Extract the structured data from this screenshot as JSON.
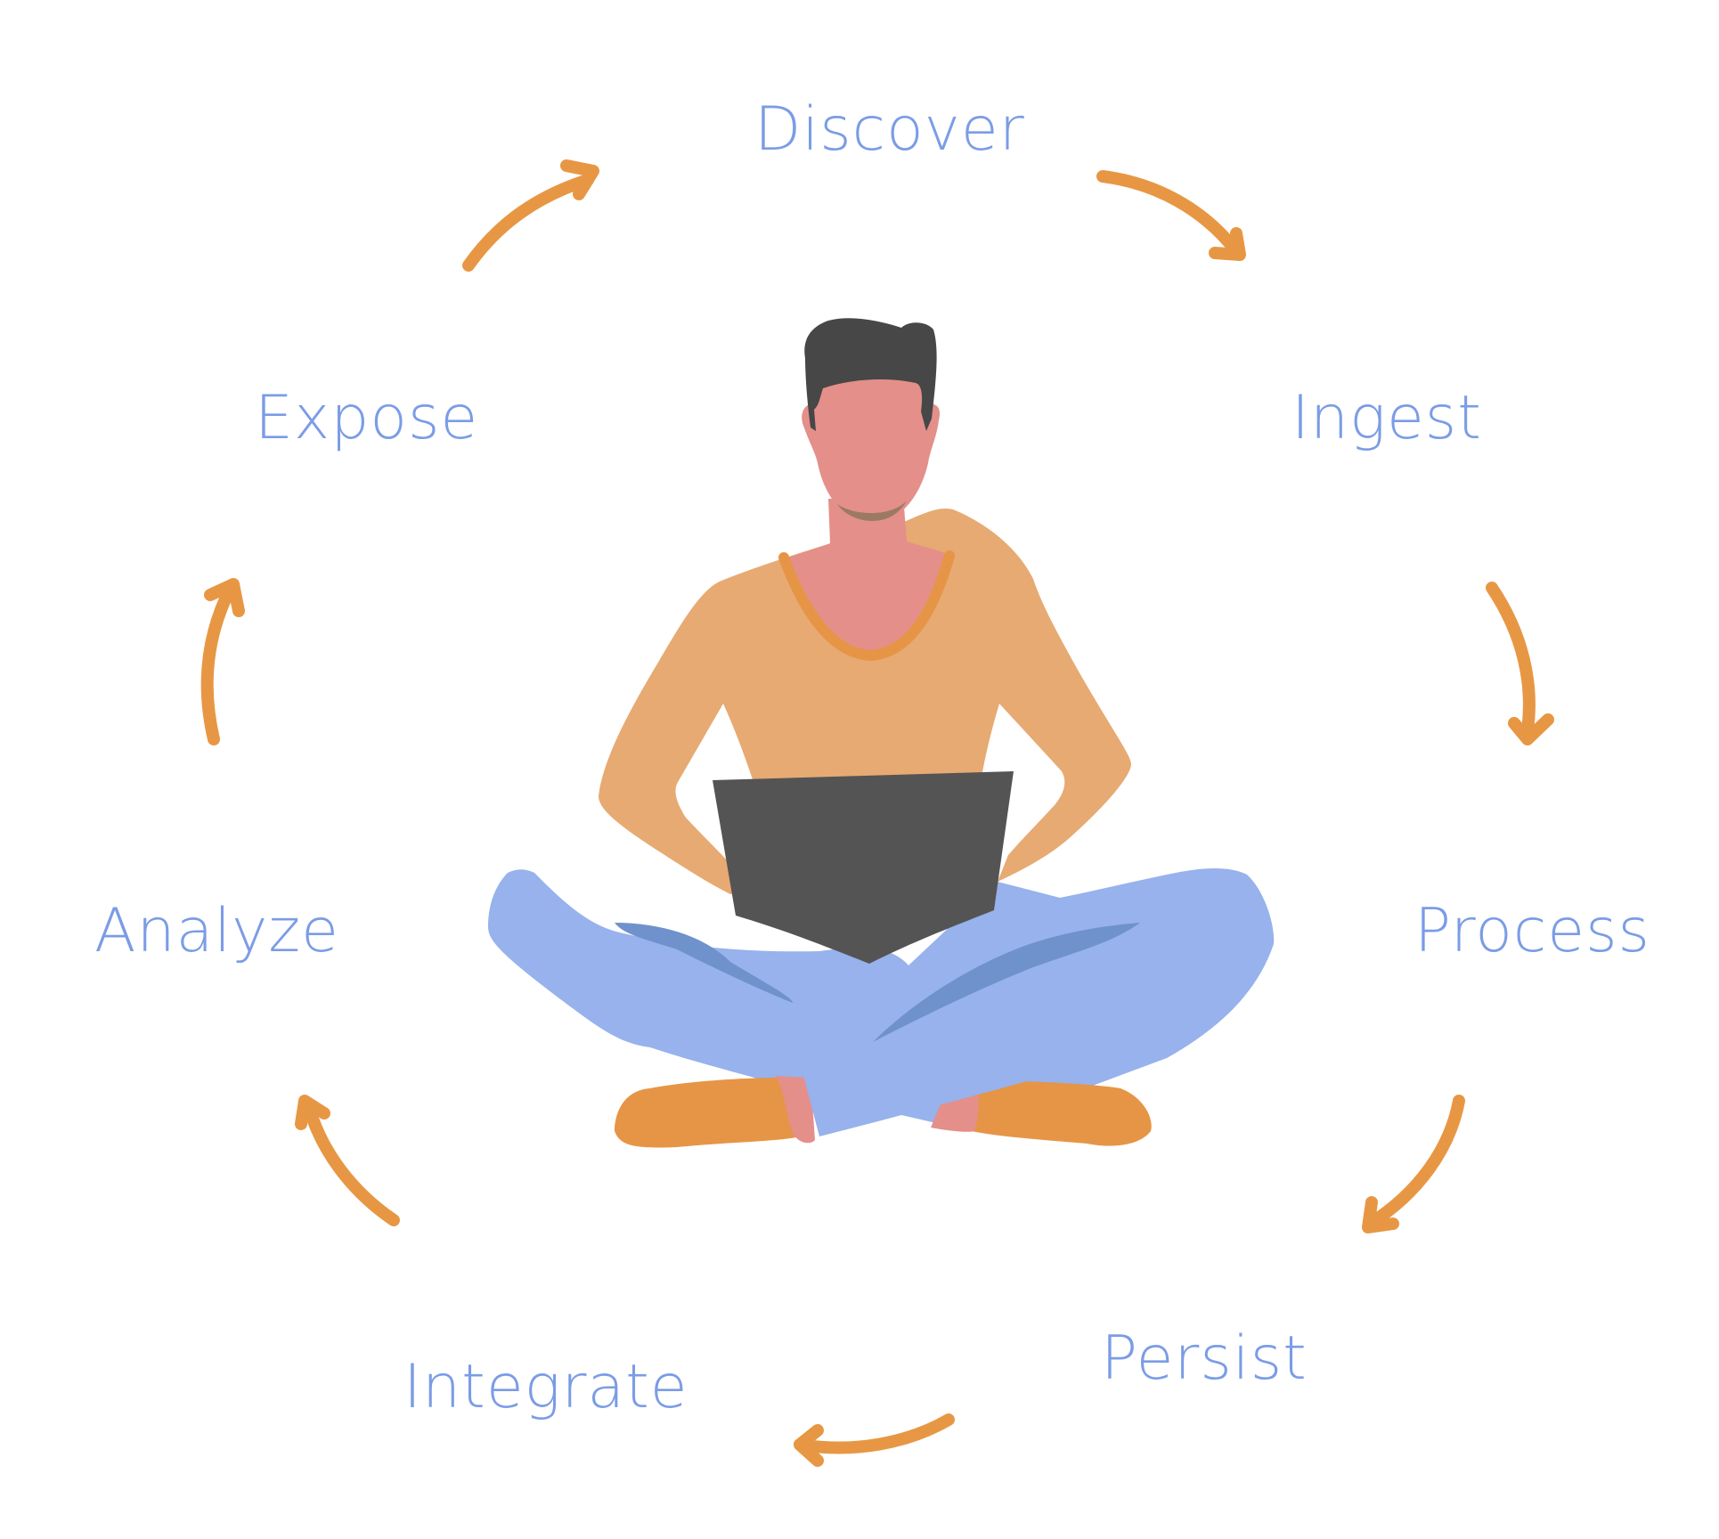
{
  "diagram": {
    "stages": [
      {
        "id": "discover",
        "label": "Discover"
      },
      {
        "id": "ingest",
        "label": "Ingest"
      },
      {
        "id": "process",
        "label": "Process"
      },
      {
        "id": "persist",
        "label": "Persist"
      },
      {
        "id": "integrate",
        "label": "Integrate"
      },
      {
        "id": "analyze",
        "label": "Analyze"
      },
      {
        "id": "expose",
        "label": "Expose"
      }
    ],
    "colors": {
      "label": "#7b9ce6",
      "arrow": "#e79744",
      "hair": "#474747",
      "skin": "#e48f8a",
      "shirt": "#e7aa72",
      "pants": "#97b2ec",
      "pants_shadow": "#6f92cc",
      "laptop": "#545454",
      "shoes": "#e69546"
    }
  }
}
